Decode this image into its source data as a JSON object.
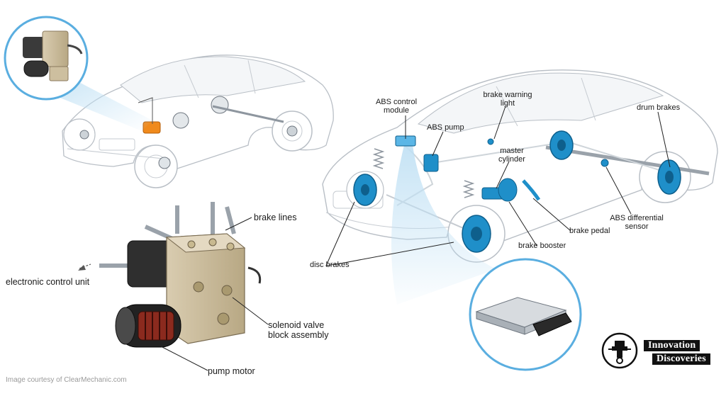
{
  "labels": {
    "brake_lines": "brake lines",
    "electronic_control_unit": "electronic control unit",
    "solenoid_line1": "solenoid valve",
    "solenoid_line2": "block assembly",
    "pump_motor": "pump motor",
    "abs_control_line1": "ABS control",
    "abs_control_line2": "module",
    "abs_pump": "ABS pump",
    "brake_warning_line1": "brake warning",
    "brake_warning_line2": "light",
    "master_line1": "master",
    "master_line2": "cylinder",
    "drum_brakes": "drum brakes",
    "abs_diff_line1": "ABS differential",
    "abs_diff_line2": "sensor",
    "brake_pedal": "brake pedal",
    "brake_booster": "brake booster",
    "disc_brakes": "disc brakes"
  },
  "credit": "Image courtesy of ClearMechanic.com",
  "brand": {
    "line1": "Innovation",
    "line2": "Discoveries"
  },
  "colors": {
    "component_blue": "#1f8fc9",
    "callout_ring": "#5aaee0",
    "highlight_orange": "#f08a1c",
    "outline_gray": "#b9bfc6"
  }
}
